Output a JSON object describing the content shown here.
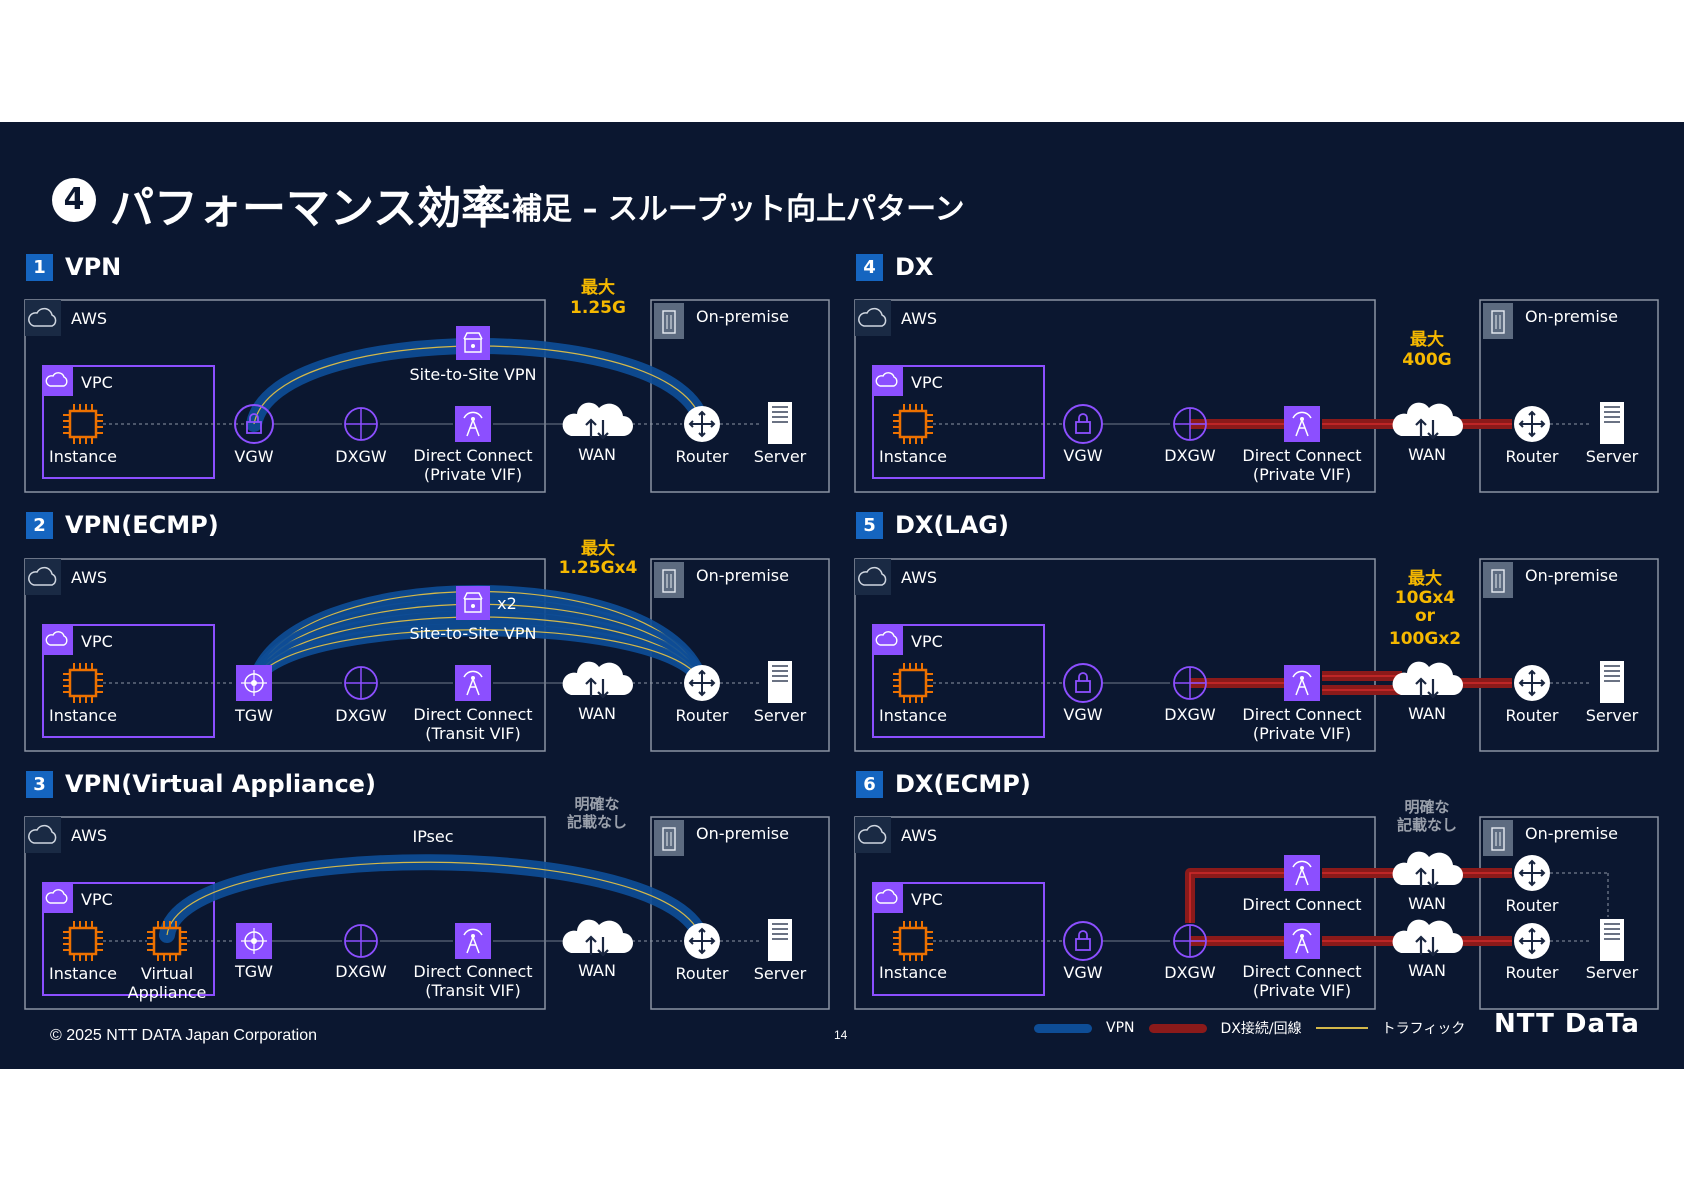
{
  "title": {
    "number": "4",
    "main": "パフォーマンス効率",
    "sub": ":補足 – スループット向上パターン"
  },
  "colors": {
    "background": "#0b1730",
    "vpn": "#0e4d96",
    "dx": "#8b1a1a",
    "traffic": "#d4b84a",
    "purple": "#8c4fff",
    "orange": "#ed7100",
    "accent_label": "#f5b800"
  },
  "labels": {
    "aws": "AWS",
    "onprem": "On-premise",
    "vpc": "VPC",
    "instance": "Instance",
    "vgw": "VGW",
    "tgw": "TGW",
    "dxgw": "DXGW",
    "wan": "WAN",
    "router": "Router",
    "server": "Server",
    "dc_line1": "Direct Connect",
    "private_vif": "(Private VIF)",
    "transit_vif": "(Transit VIF)",
    "s2s_vpn": "Site-to-Site VPN",
    "x2": "x2",
    "virtual": "Virtual",
    "appliance": "Appliance",
    "ipsec": "IPsec"
  },
  "sections": [
    {
      "num": "1",
      "title": "VPN",
      "max_line1": "最大",
      "max_line2": "1.25G"
    },
    {
      "num": "2",
      "title": "VPN(ECMP)",
      "max_line1": "最大",
      "max_line2": "1.25Gx4"
    },
    {
      "num": "3",
      "title": "VPN(Virtual Appliance)",
      "note_line1": "明確な",
      "note_line2": "記載なし"
    },
    {
      "num": "4",
      "title": "DX",
      "max_line1": "最大",
      "max_line2": "400G"
    },
    {
      "num": "5",
      "title": "DX(LAG)",
      "max_line1": "最大",
      "max_line2": "10Gx4",
      "max_line3": "or",
      "max_line4": "100Gx2"
    },
    {
      "num": "6",
      "title": "DX(ECMP)",
      "note_line1": "明確な",
      "note_line2": "記載なし"
    }
  ],
  "legend": {
    "vpn": "VPN",
    "dx": "DX接続/回線",
    "traffic": "トラフィック"
  },
  "footer": {
    "copyright": "© 2025 NTT DATA Japan Corporation",
    "page": "14",
    "logo": "NTT DaTa"
  }
}
